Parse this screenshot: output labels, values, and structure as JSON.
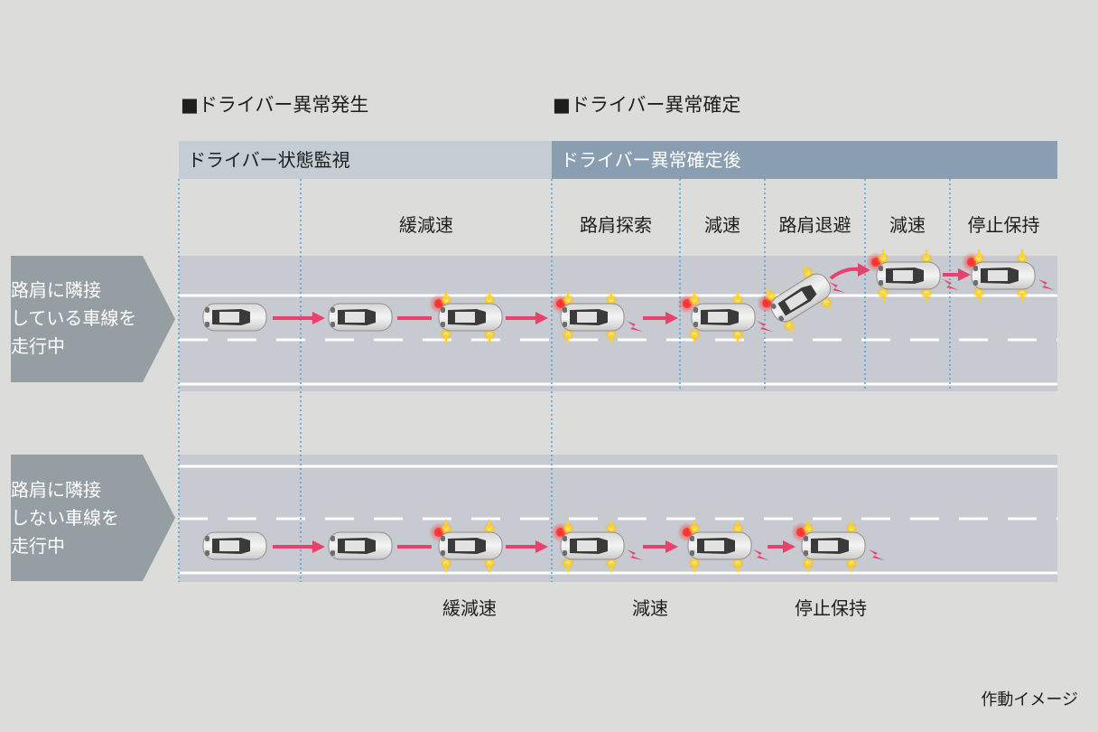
{
  "phases": {
    "occurrence": "■ドライバー異常発生",
    "confirmed": "■ドライバー異常確定"
  },
  "bands": {
    "monitoring": "ドライバー状態監視",
    "after_confirmed": "ドライバー異常確定後"
  },
  "columns": {
    "slow_decel": "緩減速",
    "shoulder_search": "路肩探索",
    "decel_1": "減速",
    "shoulder_evac": "路肩退避",
    "decel_2": "減速",
    "stop_hold": "停止保持"
  },
  "lanes": {
    "adjacent": {
      "line1": "路肩に隣接",
      "line2": "している車線を",
      "line3": "走行中"
    },
    "non_adjacent": {
      "line1": "路肩に隣接",
      "line2": "しない車線を",
      "line3": "走行中"
    }
  },
  "bottom_labels": {
    "slow_decel": "緩減速",
    "decel": "減速",
    "stop_hold": "停止保持"
  },
  "caption": "作動イメージ",
  "colors": {
    "background": "#dcdcdb",
    "band_monitoring": "#c3cdd3",
    "band_after": "#8a9eb1",
    "road": "#c7cad0",
    "side_tag": "#959ea3",
    "arrow": "#e8416b",
    "hazard": "#ffd21f",
    "divider": "#4aa0dc"
  }
}
